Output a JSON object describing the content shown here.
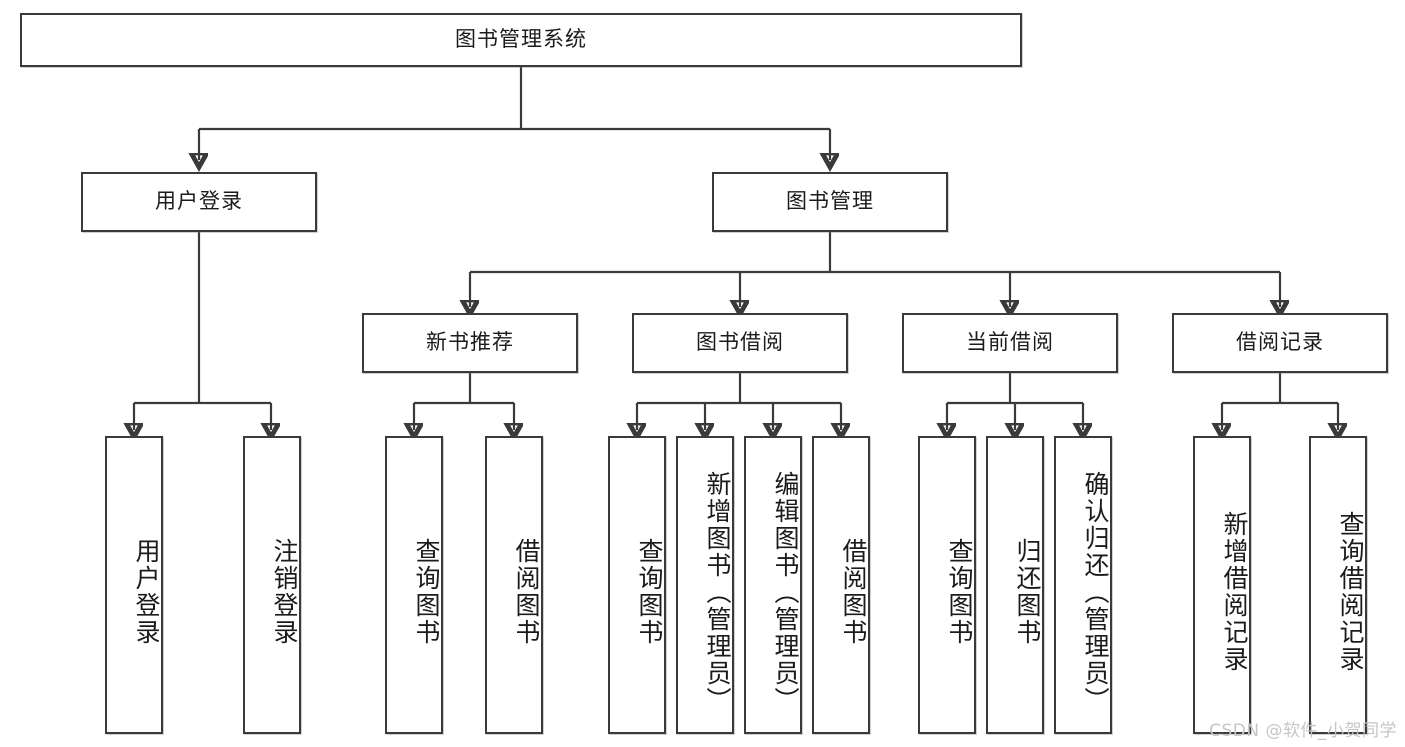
{
  "diagram": {
    "type": "tree-hierarchy",
    "title": "图书管理系统",
    "root": {
      "label": "图书管理系统"
    },
    "level2": [
      {
        "label": "用户登录"
      },
      {
        "label": "图书管理"
      }
    ],
    "level3": [
      {
        "label": "新书推荐"
      },
      {
        "label": "图书借阅"
      },
      {
        "label": "当前借阅"
      },
      {
        "label": "借阅记录"
      }
    ],
    "leaves": {
      "user_login": [
        {
          "label": "用户登录"
        },
        {
          "label": "注销登录"
        }
      ],
      "new_book_recommend": [
        {
          "label": "查询图书"
        },
        {
          "label": "借阅图书"
        }
      ],
      "book_borrow": [
        {
          "label": "查询图书"
        },
        {
          "label": "新增图书（管理员）"
        },
        {
          "label": "编辑图书（管理员）"
        },
        {
          "label": "借阅图书"
        }
      ],
      "current_borrow": [
        {
          "label": "查询图书"
        },
        {
          "label": "归还图书"
        },
        {
          "label": "确认归还（管理员）"
        }
      ],
      "borrow_record": [
        {
          "label": "新增借阅记录"
        },
        {
          "label": "查询借阅记录"
        }
      ]
    }
  },
  "watermark": {
    "text": "CSDN @软件_小贺同学"
  },
  "colors": {
    "stroke": "#3a3a3a",
    "text": "#1b1b1b",
    "background": "#ffffff",
    "watermark": "#c6c6c6"
  }
}
